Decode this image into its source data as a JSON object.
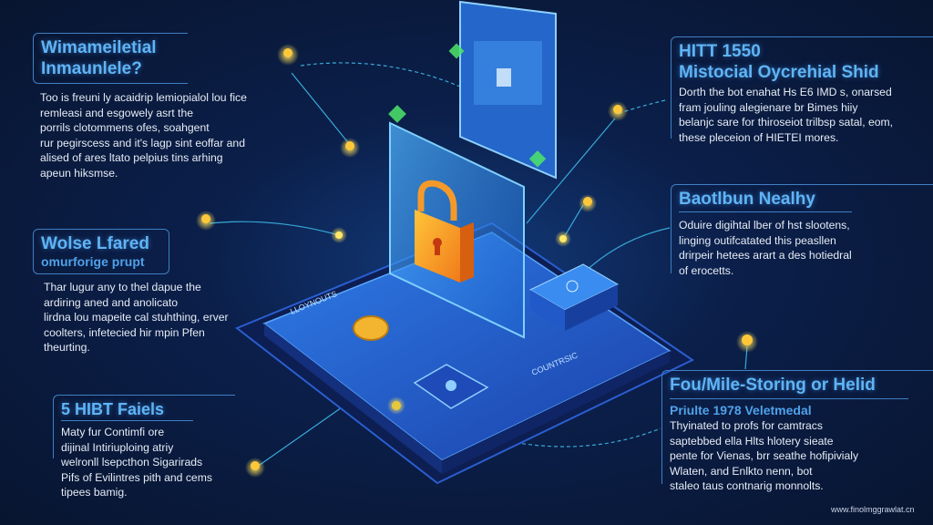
{
  "panels": [
    {
      "title_lines": [
        "Wimameiletial",
        "Inmaunlele?"
      ],
      "body": [
        "Too is freuni ly acaidrip lemiopialol lou fice",
        "remleasi and esgowely asrt the",
        "porrils clotommens ofes, soahgent",
        "rur pegirscess and it's lagp sint eoffar and",
        "alised of ares ltato pelpius tins arhing",
        "apeun hiksmse."
      ]
    },
    {
      "title_lines": [
        "HITT 1550",
        "Mistocial Oycrehial Shid"
      ],
      "body": [
        "Dorth the bot enahat Hs E6 IMD s, onarsed",
        "fram jouling alegienare br Bimes hiiy",
        "belanjc sare for thiroseiot trilbsp satal, eom,",
        "these pleceion of HIETEI mores."
      ]
    },
    {
      "title_lines": [
        "Baotlbun Nealhy"
      ],
      "body": [
        "Oduire digihtal lber of hst slootens,",
        "linging outifcatated this peasllen",
        "drirpeir hetees arart a des hotiedral",
        "of erocetts."
      ]
    },
    {
      "title_lines": [
        "Wolse Lfared"
      ],
      "subtitle": "omurforige prupt",
      "body": [
        "Thar lugur any to thel dapue the",
        "ardiring aned and anolicato",
        "lirdna lou mapeite cal stuhthing, erver",
        "coolters, infetecied hir mpin Pfen",
        "theurting."
      ]
    },
    {
      "title_lines": [
        "5 HIBT Faiels"
      ],
      "body": [
        "Maty fur Contimfi ore",
        "dijinal Intiriuploing atriy",
        "welronll lsepcthon Sigarirads",
        "Pifs of Evilintres pith and cems",
        "tipees bamig."
      ]
    },
    {
      "title_lines": [
        "Fou/Mile-Storing or Helid"
      ],
      "subtitle": "Priulte 1978 Veletmedal",
      "body": [
        "Thyinated to profs for camtracs",
        "saptebbed ella Hlts hlotery sieate",
        "pente for Vienas, brr seathe hofipivialy",
        "Wlaten, and Enlkto nenn, bot",
        "staleo taus contnarig monnolts."
      ]
    }
  ],
  "platform_labels": [
    "LLOYNOUTS",
    "COUNTRSIC"
  ],
  "footer_url": "www.finolmggrawlat.cn",
  "colors": {
    "background": "#0b1f4a",
    "accent": "#5fb4f5",
    "lock": "#f5a623",
    "platform": "#2a6fd6"
  }
}
